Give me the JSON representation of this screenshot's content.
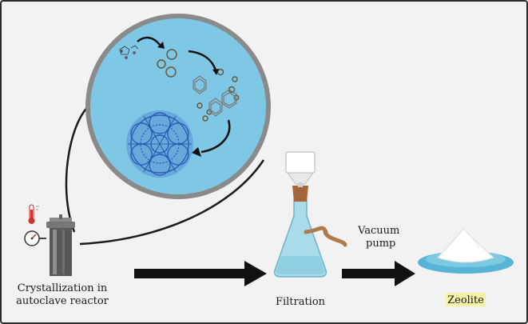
{
  "labels": {
    "crystallization_line1": "Crystallization in",
    "crystallization_line2": "autoclave reactor",
    "filtration": "Filtration",
    "vacuum_line1": "Vacuum",
    "vacuum_line2": "pump",
    "zeolite": "Zeolite"
  },
  "colors": {
    "background": "#f2f2f2",
    "circle_fill": "#7ec8e6",
    "circle_ring": "#8a8a8a",
    "flask_fill": "#a9dbe8",
    "cork": "#a5663a",
    "tube": "#b07a4f",
    "dish": "#56b4d6",
    "zeolite_highlight": "#f4f3a6",
    "framework": "#3a6fc4"
  },
  "icons": [
    "thermometer-icon",
    "pressure-gauge-icon",
    "autoclave-icon",
    "flask-icon",
    "funnel-icon",
    "zeolite-pile-icon"
  ]
}
